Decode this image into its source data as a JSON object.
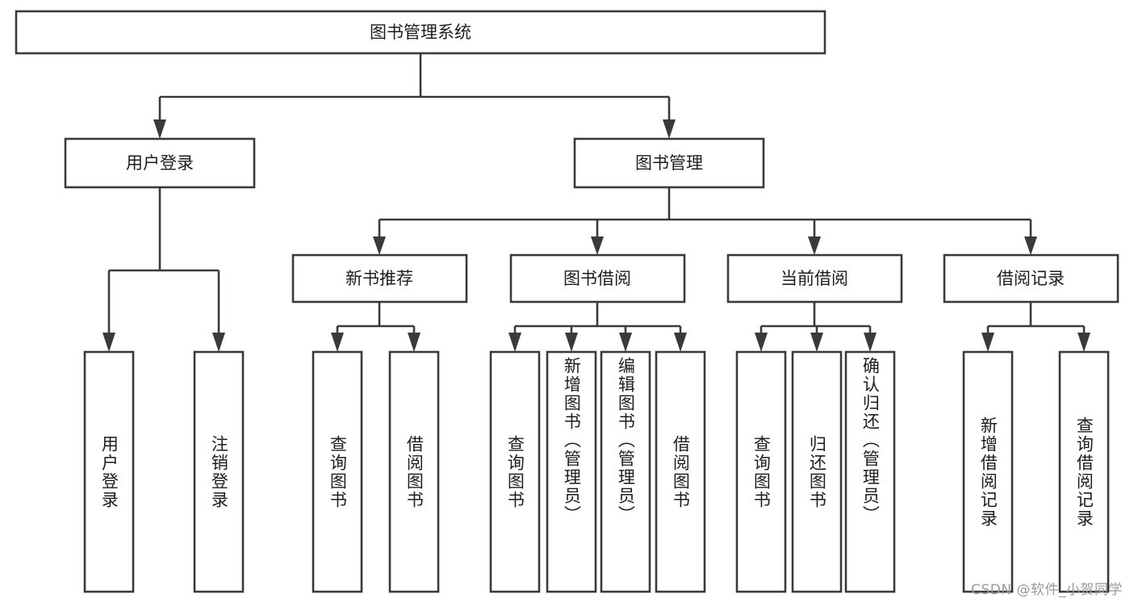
{
  "diagram": {
    "type": "hierarchy-tree",
    "title": "图书管理系统",
    "root": {
      "id": "root",
      "label": "图书管理系统",
      "orientation": "horizontal"
    },
    "level1": [
      {
        "id": "user-login",
        "label": "用户登录",
        "orientation": "horizontal"
      },
      {
        "id": "book-manage",
        "label": "图书管理",
        "orientation": "horizontal"
      }
    ],
    "level2": [
      {
        "id": "new-book-rec",
        "label": "新书推荐",
        "orientation": "horizontal",
        "parent": "book-manage"
      },
      {
        "id": "book-borrow",
        "label": "图书借阅",
        "orientation": "horizontal",
        "parent": "book-manage"
      },
      {
        "id": "current-borrow",
        "label": "当前借阅",
        "orientation": "horizontal",
        "parent": "book-manage"
      },
      {
        "id": "borrow-record",
        "label": "借阅记录",
        "orientation": "horizontal",
        "parent": "book-manage"
      }
    ],
    "leaves": [
      {
        "id": "leaf-user-login",
        "label": "用户登录",
        "orientation": "vertical",
        "parent": "user-login"
      },
      {
        "id": "leaf-user-logout",
        "label": "注销登录",
        "orientation": "vertical",
        "parent": "user-login"
      },
      {
        "id": "leaf-query-book-1",
        "label": "查询图书",
        "orientation": "vertical",
        "parent": "new-book-rec"
      },
      {
        "id": "leaf-borrow-book-1",
        "label": "借阅图书",
        "orientation": "vertical",
        "parent": "new-book-rec"
      },
      {
        "id": "leaf-query-book-2",
        "label": "查询图书",
        "orientation": "vertical",
        "parent": "book-borrow"
      },
      {
        "id": "leaf-add-book",
        "label": "新增图书（管理员）",
        "orientation": "vertical",
        "parent": "book-borrow"
      },
      {
        "id": "leaf-edit-book",
        "label": "编辑图书（管理员）",
        "orientation": "vertical",
        "parent": "book-borrow"
      },
      {
        "id": "leaf-borrow-book-2",
        "label": "借阅图书",
        "orientation": "vertical",
        "parent": "book-borrow"
      },
      {
        "id": "leaf-query-book-3",
        "label": "查询图书",
        "orientation": "vertical",
        "parent": "current-borrow"
      },
      {
        "id": "leaf-return-book",
        "label": "归还图书",
        "orientation": "vertical",
        "parent": "current-borrow"
      },
      {
        "id": "leaf-confirm-return",
        "label": "确认归还（管理员）",
        "orientation": "vertical",
        "parent": "current-borrow"
      },
      {
        "id": "leaf-add-record",
        "label": "新增借阅记录",
        "orientation": "vertical",
        "parent": "borrow-record"
      },
      {
        "id": "leaf-query-record",
        "label": "查询借阅记录",
        "orientation": "vertical",
        "parent": "borrow-record"
      }
    ],
    "watermark": "CSDN @软件_小贺同学",
    "colors": {
      "background": "#ffffff",
      "stroke": "#3a3a3a",
      "text": "#1d1d1d",
      "watermark": "#9a9a9a"
    }
  }
}
